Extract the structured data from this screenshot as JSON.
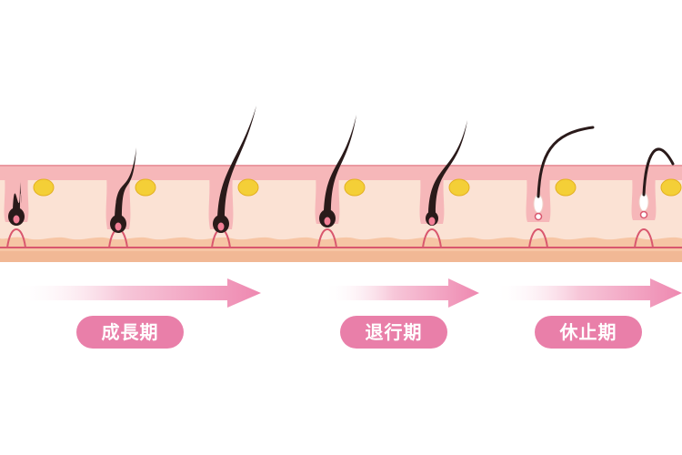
{
  "phases": [
    {
      "label": "成長期"
    },
    {
      "label": "退行期"
    },
    {
      "label": "休止期"
    }
  ],
  "colors": {
    "skin_epidermis": "#f6b7b9",
    "skin_dermis": "#fbe2d4",
    "fat_layer": "#f6c5a4",
    "hair": "#2a1a1a",
    "bulb_papilla": "#ffffff",
    "vessel": "#d9576e",
    "sebaceous_gland": "#f4cf37",
    "label_bg": "#e97fa9",
    "arrow": "#ee88b0"
  }
}
